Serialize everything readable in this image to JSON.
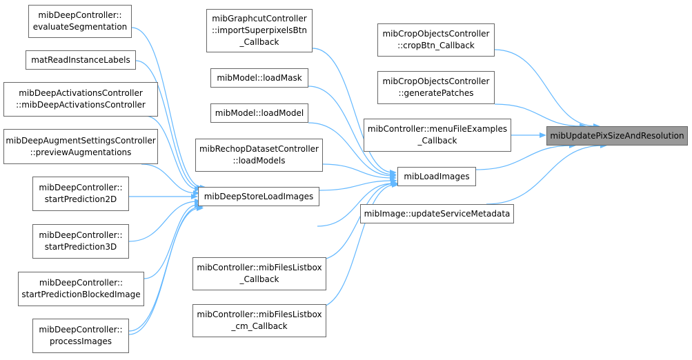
{
  "colors": {
    "edge": "#63b8ff",
    "target_fill": "#999999",
    "border": "#666666"
  },
  "nodes": {
    "target": "mibUpdatePixSizeAndResolution",
    "evaluate": "mibDeepController::\nevaluateSegmentation",
    "matread": "matReadInstanceLabels",
    "activations": "mibDeepActivationsController\n::mibDeepActivationsController",
    "preview": "mibDeepAugmentSettingsController\n::previewAugmentations",
    "pred2d": "mibDeepController::\nstartPrediction2D",
    "pred3d": "mibDeepController::\nstartPrediction3D",
    "predblocked": "mibDeepController::\nstartPredictionBlockedImage",
    "process": "mibDeepController::\nprocessImages",
    "storeload": "mibDeepStoreLoadImages",
    "superpix": "mibGraphcutController\n::importSuperpixelsBtn\n_Callback",
    "loadmask": "mibModel::loadMask",
    "loadmodel": "mibModel::loadModel",
    "loadmodels": "mibRechopDatasetController\n::loadModels",
    "fileslist": "mibController::mibFilesListbox\n_Callback",
    "fileslistcm": "mibController::mibFilesListbox\n_cm_Callback",
    "loadimages": "mibLoadImages",
    "crop": "mibCropObjectsController\n::cropBtn_Callback",
    "patches": "mibCropObjectsController\n::generatePatches",
    "menuexamples": "mibController::menuFileExamples\n_Callback",
    "servicemeta": "mibImage::updateServiceMetadata"
  }
}
